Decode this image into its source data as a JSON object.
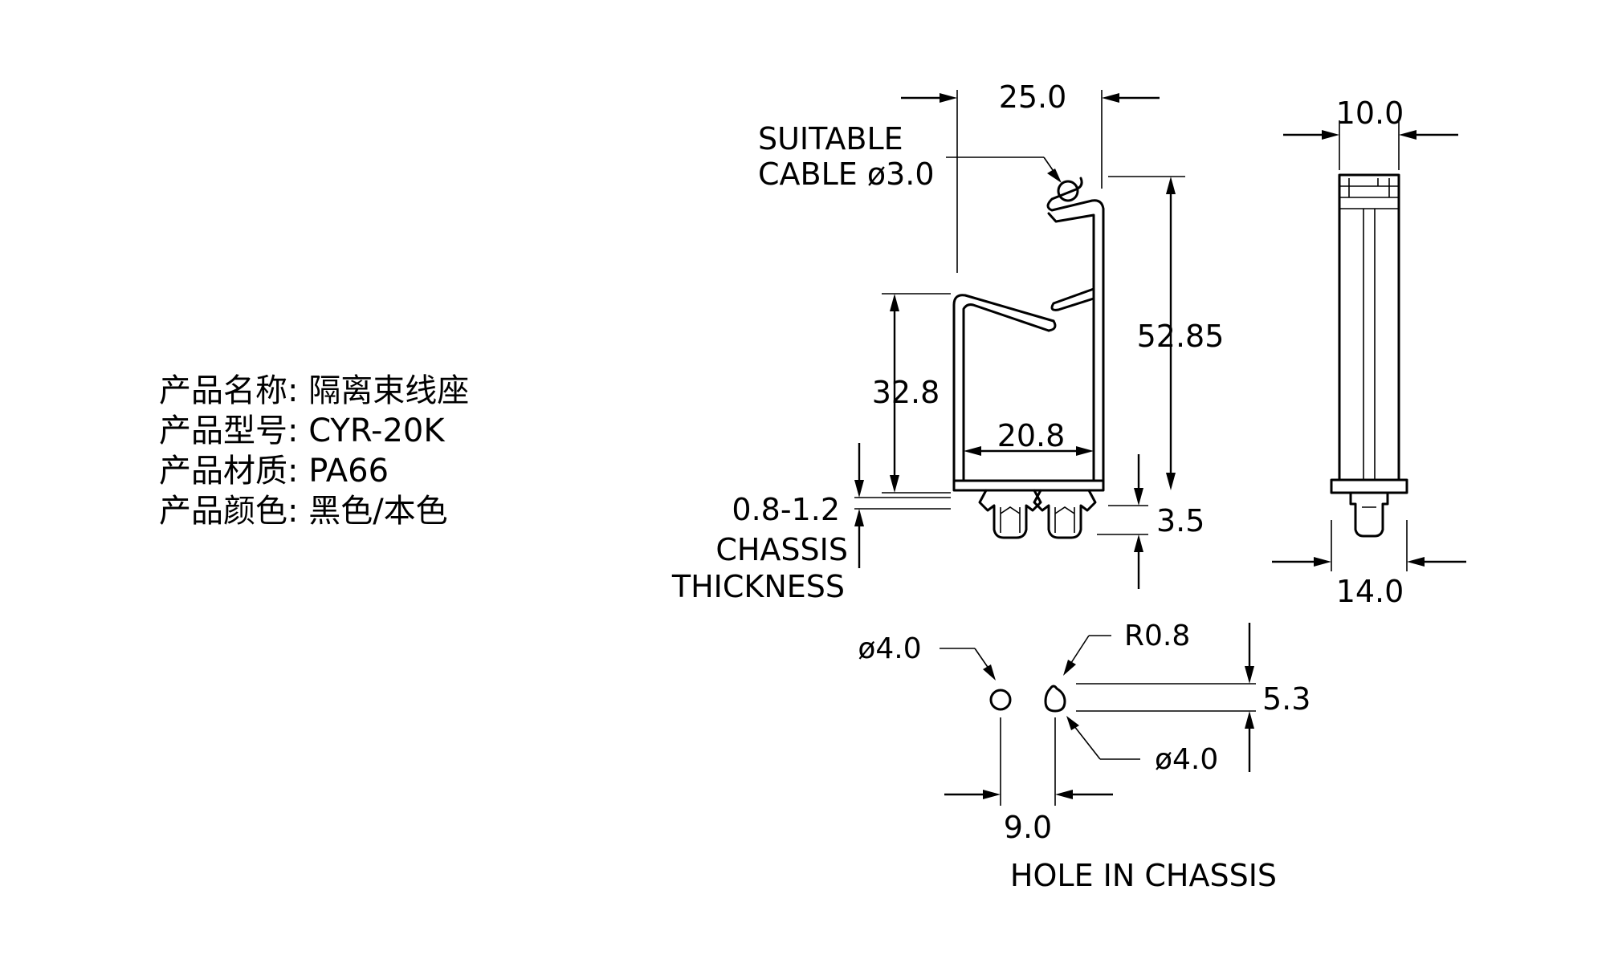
{
  "specs": [
    {
      "label": "产品名称:",
      "value": "隔离束线座"
    },
    {
      "label": "产品型号:",
      "value": "CYR-20K"
    },
    {
      "label": "产品材质:",
      "value": "PA66"
    },
    {
      "label": "产品颜色:",
      "value": "黑色/本色"
    }
  ],
  "dims": {
    "width_top": "25.0",
    "suitable_1": "SUITABLE",
    "suitable_2": "CABLE ø3.0",
    "height_total": "52.85",
    "height_inner": "32.8",
    "width_inner": "20.8",
    "chassis_range": "0.8-1.2",
    "chassis_1": "CHASSIS",
    "chassis_2": "THICKNESS",
    "leg": "3.5",
    "side_top": "10.0",
    "side_base": "14.0",
    "hole_dia_left": "ø4.0",
    "radius": "R0.8",
    "slot": "5.3",
    "hole_dia_right": "ø4.0",
    "pitch": "9.0",
    "hole_title": "HOLE IN CHASSIS"
  }
}
